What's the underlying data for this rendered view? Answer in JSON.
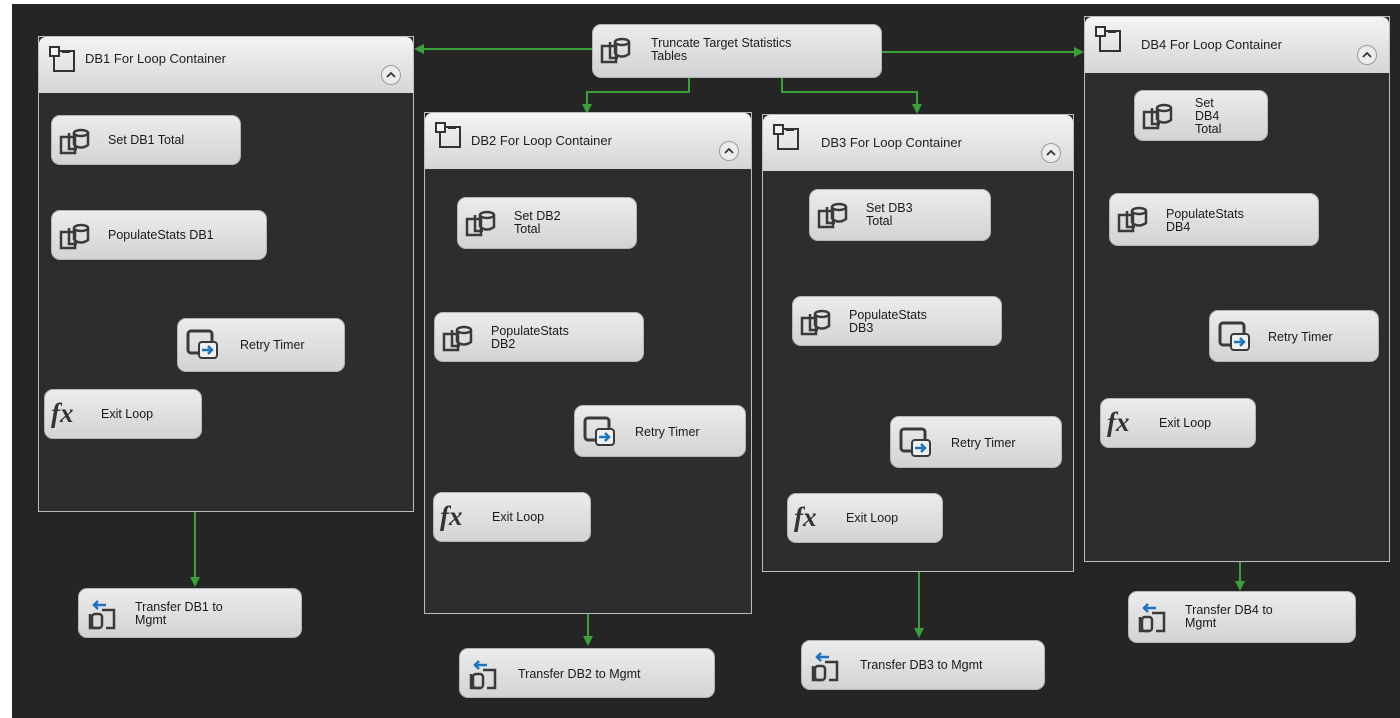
{
  "truncate": {
    "label": "Truncate Target Statistics\nTables",
    "icon": "sql-task-icon"
  },
  "containers": [
    {
      "title": "DB1 For Loop Container",
      "set": "Set DB1 Total",
      "populate": "PopulateStats DB1",
      "retry": "Retry Timer",
      "exit": "Exit Loop",
      "transfer": "Transfer DB1 to\nMgmt"
    },
    {
      "title": "DB2 For Loop Container",
      "set": "Set DB2\nTotal",
      "populate": "PopulateStats\nDB2",
      "retry": "Retry Timer",
      "exit": "Exit Loop",
      "transfer": "Transfer DB2 to Mgmt"
    },
    {
      "title": "DB3 For Loop Container",
      "set": "Set DB3\nTotal",
      "populate": "PopulateStats\nDB3",
      "retry": "Retry Timer",
      "exit": "Exit Loop",
      "transfer": "Transfer DB3 to Mgmt"
    },
    {
      "title": "DB4 For Loop Container",
      "set": "Set\nDB4\nTotal",
      "populate": "PopulateStats\nDB4",
      "retry": "Retry Timer",
      "exit": "Exit Loop",
      "transfer": "Transfer DB4 to\nMgmt"
    }
  ],
  "fx_glyph": "fx",
  "colors": {
    "canvas": "#252526",
    "container_body": "#2d2d30",
    "precedence": "#3aa03a",
    "task_fill": "#dcdcdc"
  },
  "icons": {
    "container": "for-loop-container-icon",
    "sql": "execute-sql-task-icon",
    "script": "script-task-icon",
    "expression": "expression-task-icon",
    "transfer": "transfer-task-icon",
    "collapse": "collapse-chevron-icon"
  }
}
